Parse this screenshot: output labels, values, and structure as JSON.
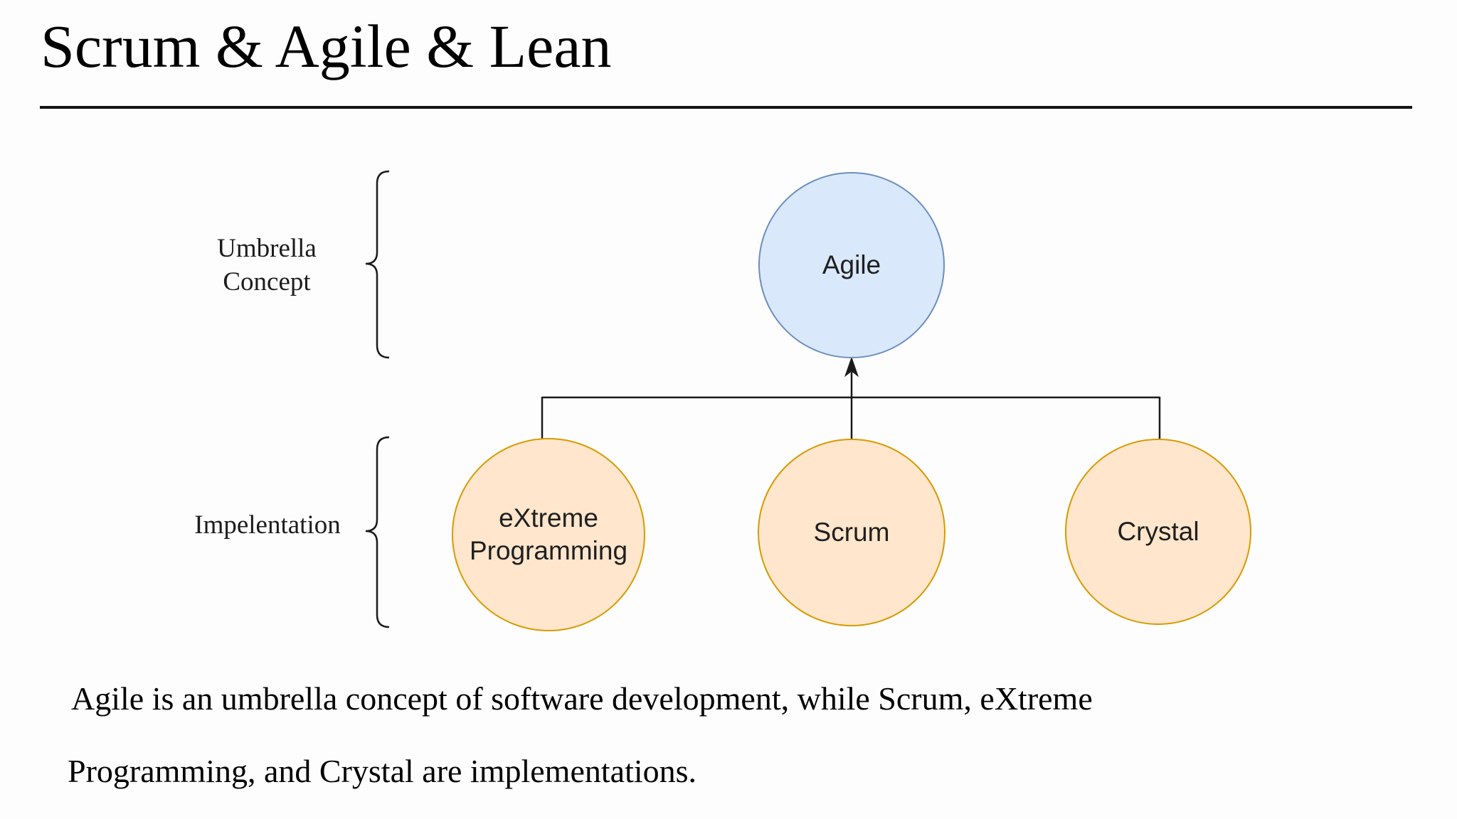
{
  "slide": {
    "title": "Scrum & Agile & Lean",
    "description_line1": "Agile is an umbrella concept of software development, while Scrum, eXtreme",
    "description_line2": "Programming, and Crystal are implementations."
  },
  "diagram": {
    "group_labels": {
      "umbrella": "Umbrella\nConcept",
      "implementation": "Impelentation"
    },
    "nodes": {
      "agile": {
        "label": "Agile",
        "fill": "#dae8fc",
        "stroke": "#6c8ebf"
      },
      "xp": {
        "label": "eXtreme Programming",
        "fill": "#ffe6cc",
        "stroke": "#d79b00"
      },
      "scrum": {
        "label": "Scrum",
        "fill": "#ffe6cc",
        "stroke": "#d79b00"
      },
      "crystal": {
        "label": "Crystal",
        "fill": "#ffe6cc",
        "stroke": "#d79b00"
      }
    },
    "connector_color": "#000000"
  }
}
